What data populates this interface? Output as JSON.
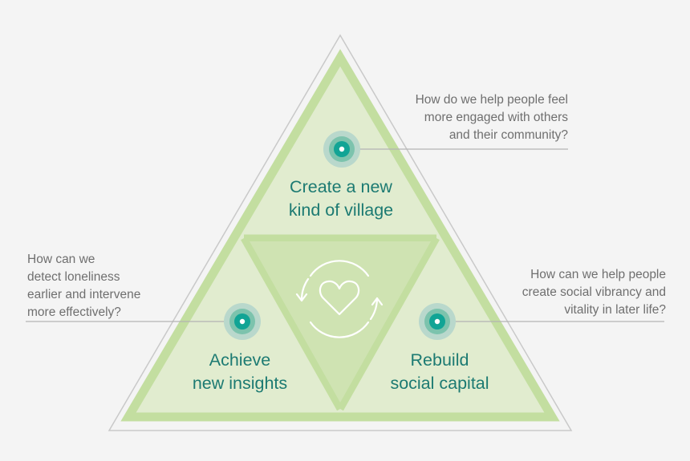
{
  "diagram": {
    "segments": [
      {
        "id": "top",
        "title_lines": [
          "Create a new",
          "kind of village"
        ],
        "question_lines": [
          "How do we help people feel",
          "more engaged with others",
          "and their community?"
        ]
      },
      {
        "id": "left",
        "title_lines": [
          "Achieve",
          "new insights"
        ],
        "question_lines": [
          "How can we",
          "detect loneliness",
          "earlier and intervene",
          "more effectively?"
        ]
      },
      {
        "id": "right",
        "title_lines": [
          "Rebuild",
          "social capital"
        ],
        "question_lines": [
          "How can we help people",
          "create social vibrancy and",
          "vitality in later life?"
        ]
      }
    ],
    "center_icon": "heart-cycle-icon",
    "marker_icon": "target-dot-icon",
    "colors": {
      "background": "#f4f4f4",
      "outer_outline": "#c9c9c9",
      "triangle_border": "#c3dea0",
      "triangle_fill": "#e1eccf",
      "center_fill": "#cfe3b2",
      "title_text": "#1c7a72",
      "question_text": "#6f6f6f",
      "marker_ring_outer": "#b9d8cc",
      "marker_ring_mid": "#7cc3ad",
      "marker_core": "#11a495",
      "connector_line": "#b3b3b3"
    }
  }
}
